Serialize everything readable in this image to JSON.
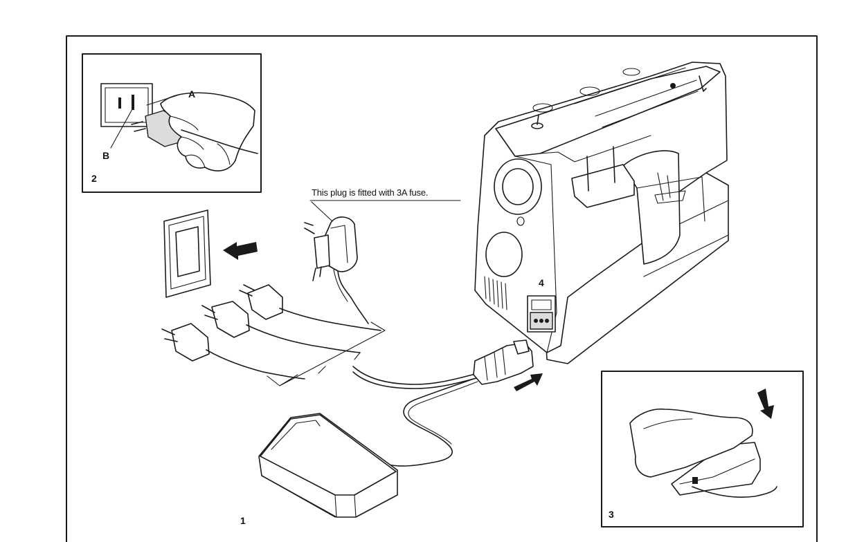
{
  "figure": {
    "caption_plug_fuse": "This plug is fitted with 3A fuse.",
    "panel_labels": {
      "main": "1",
      "wall_outlet": "2",
      "foot_control": "3",
      "machine_socket": "4"
    },
    "outlet_labels": {
      "a": "A",
      "b": "B"
    }
  }
}
